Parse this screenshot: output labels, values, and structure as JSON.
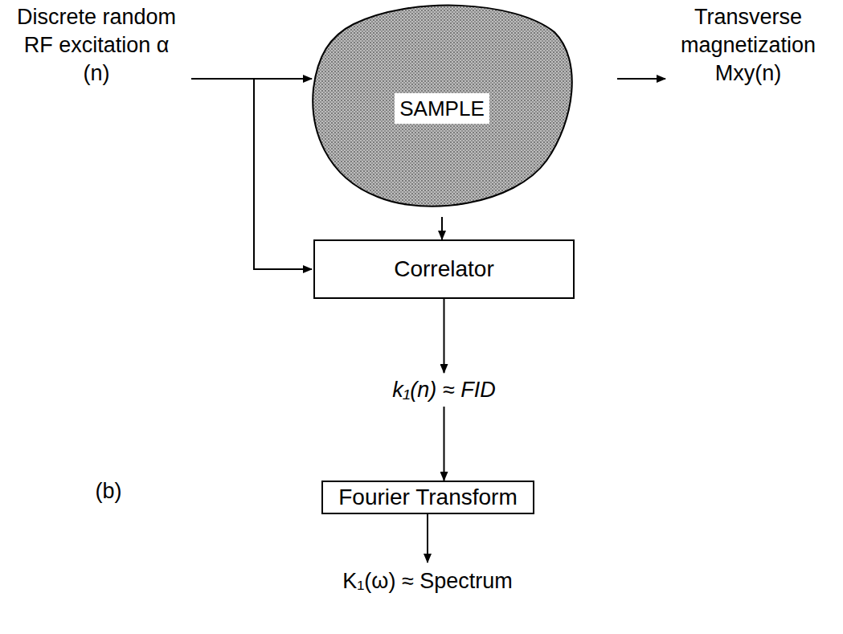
{
  "diagram": {
    "nodes": [
      {
        "text": [
          "SAMPLE"
        ]
      },
      {
        "text": [
          "Correlator"
        ]
      },
      {
        "text": [
          "Fourier Transform"
        ]
      }
    ],
    "edges": [
      {
        "from": 0,
        "to": 1,
        "arrow": "to"
      },
      {
        "from": 1,
        "to": 2,
        "arrow": "to",
        "label": "k₁(n) ≈ FID"
      }
    ],
    "labels": [
      "Discrete random RF excitation α (n)",
      "Transverse magnetization Mxy(n)",
      "(b)",
      "K₁(ω) ≈ Spectrum"
    ]
  }
}
